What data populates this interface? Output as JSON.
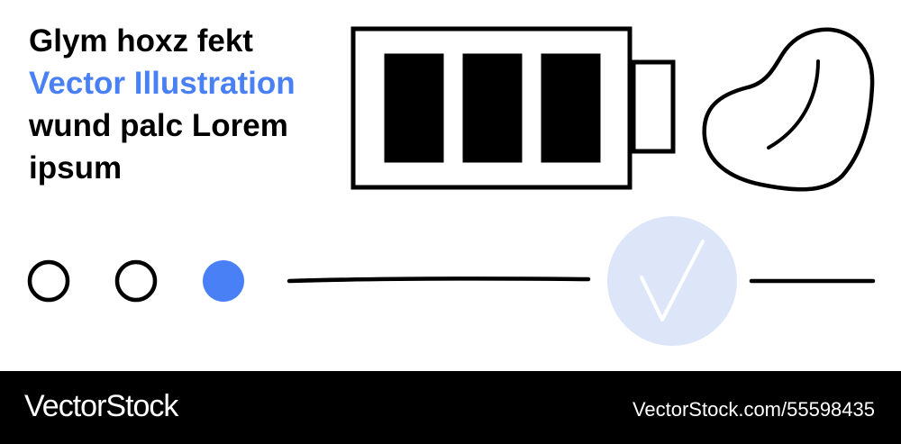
{
  "headline": {
    "line1": "Glym hoxz fekt",
    "line2": "Vector Illustration",
    "line3": "wund palc Lorem",
    "line4": "ipsum"
  },
  "colors": {
    "accent": "#4a80f5",
    "check_circle": "#dce6f8",
    "ink": "#000000",
    "background": "#ffffff"
  },
  "battery": {
    "icon": "battery-full-icon",
    "filled_bars": 3,
    "total_bars": 3
  },
  "pagination": {
    "dot_count": 3,
    "active_index": 2
  },
  "icons": [
    "battery-full-icon",
    "bean-icon",
    "checkmark-icon"
  ],
  "footer": {
    "brand": "VectorStock",
    "url": "VectorStock.com/55598435"
  }
}
